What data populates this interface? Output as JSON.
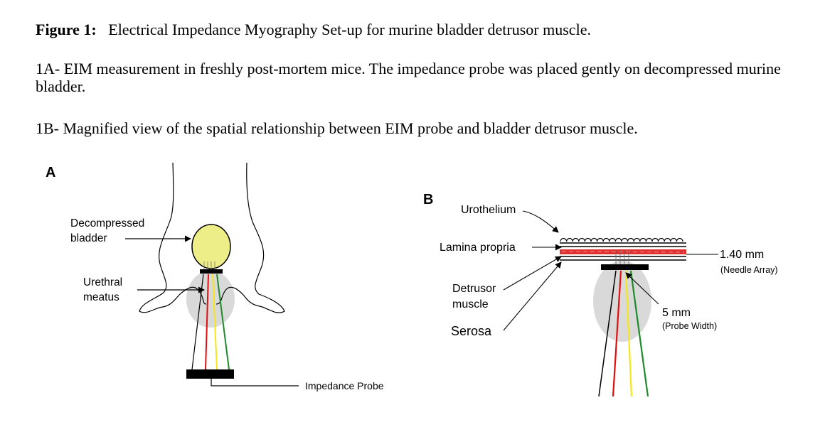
{
  "caption": {
    "label": "Figure 1:",
    "title": "Electrical Impedance Myography Set-up for murine bladder detrusor muscle.",
    "desc_1a": "1A- EIM measurement in freshly post-mortem mice.  The impedance probe was placed gently on decompressed murine bladder.",
    "desc_1b": "1B- Magnified view of the spatial relationship between EIM probe and bladder detrusor muscle."
  },
  "panel_a": {
    "letter": "A",
    "bladder_label_1": "Decompressed",
    "bladder_label_2": "bladder",
    "meatus_label_1": "Urethral",
    "meatus_label_2": "meatus",
    "probe_label": "Impedance Probe"
  },
  "panel_b": {
    "letter": "B",
    "urothelium": "Urothelium",
    "lamina": "Lamina propria",
    "detrusor_1": "Detrusor",
    "detrusor_2": "muscle",
    "serosa": "Serosa",
    "needle_value": "1.40 mm",
    "needle_note": "(Needle Array)",
    "width_value": "5 mm",
    "width_note": "(Probe Width)"
  },
  "colors": {
    "bladder_fill": "#eeee88",
    "tissue_gray": "#d9d9d9",
    "lead_red": "#e01010",
    "lead_yellow": "#f5e61e",
    "lead_green": "#1f8a2a",
    "lamina_red": "#e03030"
  }
}
